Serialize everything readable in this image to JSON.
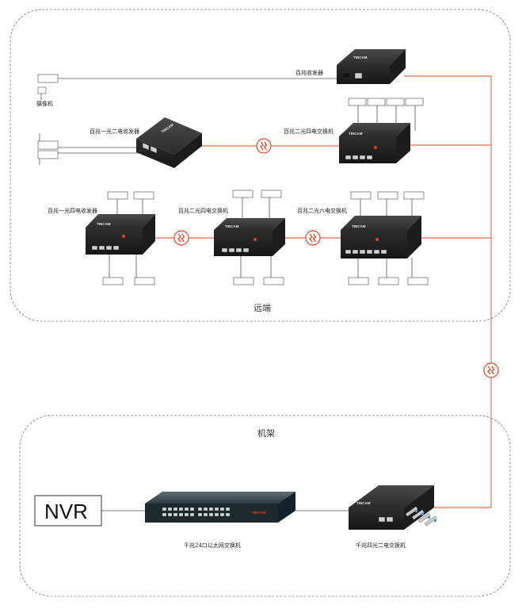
{
  "zones": {
    "remote": "远端",
    "rack": "机架"
  },
  "devices": {
    "camera": "摄像机",
    "fast_transceiver": "百兆收发器",
    "fast_1f2e_transceiver": "百兆一光二电收发器",
    "fast_2f4e_switch_top": "百兆二光四电交换机",
    "fast_1f4e_transceiver": "百兆一光四电收发器",
    "fast_2f4e_switch_mid": "百兆二光四电交换机",
    "fast_2f6e_switch": "百兆二光六电交换机",
    "nvr": "NVR",
    "gigabit_24port_switch": "千兆24口以太网交换机",
    "gigabit_4f2e_switch": "千兆四光二电交换机"
  },
  "brand": "TINCAM",
  "colors": {
    "fiber": "#e8401c",
    "copper": "#555555",
    "zone_border": "#777777",
    "device_body": "#2a2a2a",
    "device_top": "#3b3b3b"
  },
  "icons": {
    "fiber_link": "fiber-link-icon",
    "device_port_box": "device-port-box-icon"
  }
}
